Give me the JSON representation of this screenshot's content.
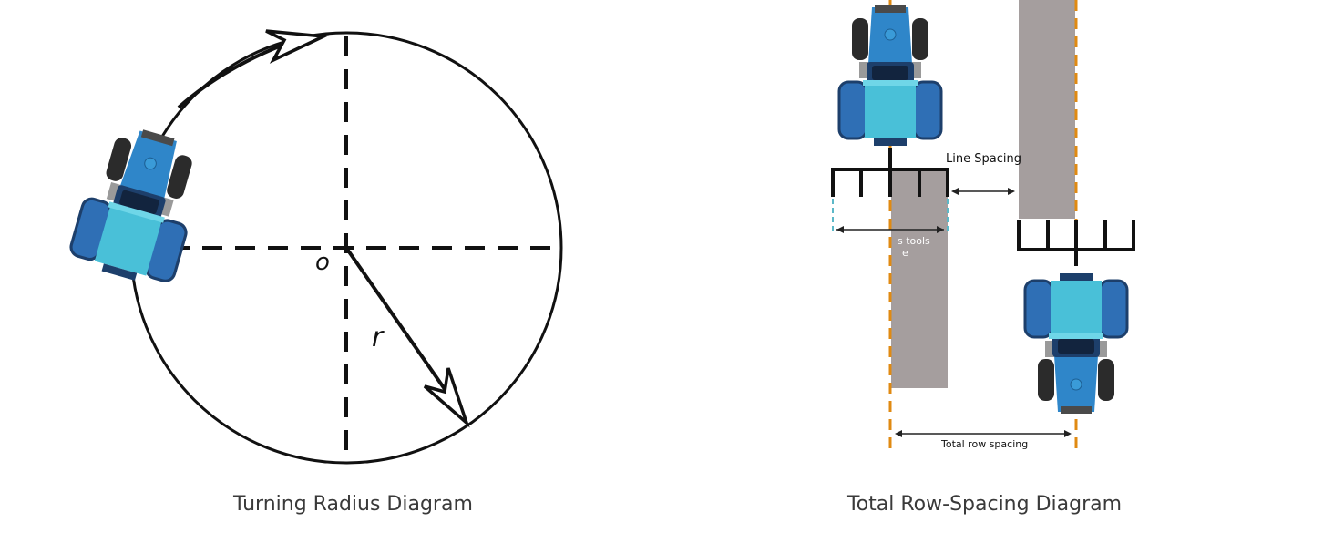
{
  "left_diagram": {
    "caption": "Turning Radius Diagram",
    "center_label": "o",
    "radius_label": "r"
  },
  "right_diagram": {
    "caption": "Total Row-Spacing Diagram",
    "line_spacing_label": "Line Spacing",
    "tools_label_partial": "s tools",
    "tools_label_partial_2": "e",
    "total_row_spacing_label": "Total row spacing"
  },
  "colors": {
    "tractor_body": "#2f86c9",
    "tractor_cabin": "#49c0d8",
    "tractor_dark": "#1d3f6b",
    "tyre": "#2b2b2b",
    "strip": "#a59e9e",
    "dash_orange": "#e08a12",
    "line": "#111111"
  }
}
